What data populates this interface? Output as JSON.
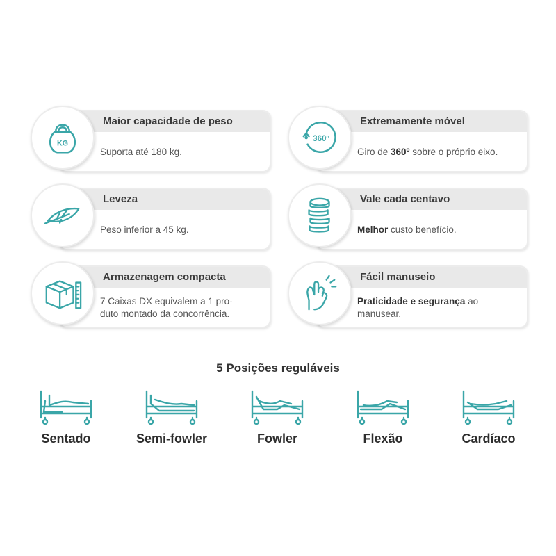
{
  "colors": {
    "accent": "#3aa6a8",
    "title_bar": "#e9e9e9",
    "text": "#333333"
  },
  "features": [
    {
      "title": "Maior capacidade de peso",
      "text_plain": "Suporta até 180 kg.",
      "icon": "kettlebell-icon",
      "icon_label": "KG"
    },
    {
      "title": "Extremamente móvel",
      "text_pre": "Giro de ",
      "text_bold": "360º",
      "text_post": " sobre o próprio eixo.",
      "icon": "rotation-360-icon",
      "icon_label": "360º"
    },
    {
      "title": "Leveza",
      "text_plain": "Peso inferior a 45 kg.",
      "icon": "feather-icon"
    },
    {
      "title": "Vale cada centavo",
      "text_bold": "Melhor",
      "text_post": " custo benefício.",
      "icon": "coins-stack-icon"
    },
    {
      "title": "Armazenagem compacta",
      "text_line1": "7 Caixas DX equivalem a 1 pro-",
      "text_line2": "duto montado da concorrência.",
      "icon": "box-ruler-icon"
    },
    {
      "title": "Fácil manuseio",
      "text_bold": "Praticidade e segurança",
      "text_post": " ao manusear.",
      "icon": "hand-snap-icon"
    }
  ],
  "positions": {
    "title": "5 Posições reguláveis",
    "items": [
      {
        "label": "Sentado",
        "icon": "bed-sitting-icon"
      },
      {
        "label": "Semi-fowler",
        "icon": "bed-semi-fowler-icon"
      },
      {
        "label": "Fowler",
        "icon": "bed-fowler-icon"
      },
      {
        "label": "Flexão",
        "icon": "bed-flexion-icon"
      },
      {
        "label": "Cardíaco",
        "icon": "bed-cardiac-icon"
      }
    ]
  }
}
